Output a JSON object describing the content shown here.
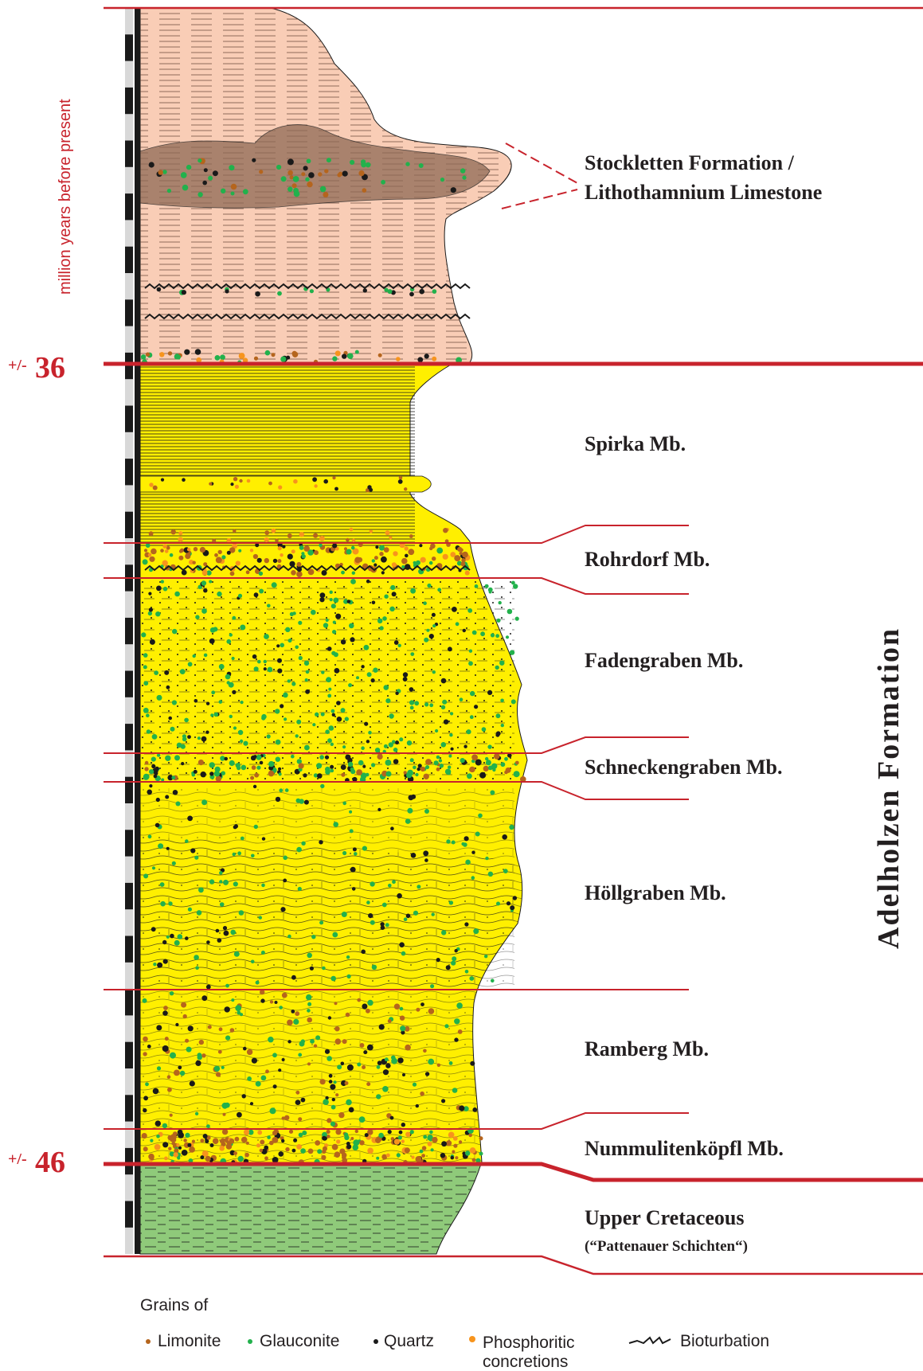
{
  "axis_label": "million years before present",
  "ages": [
    {
      "prefix": "+/-",
      "value": "36"
    },
    {
      "prefix": "+/-",
      "value": "46"
    }
  ],
  "formation_label": "Adelholzen Formation",
  "units": [
    {
      "name": "Stockletten Formation /",
      "name2": "Lithothamnium Limestone"
    },
    {
      "name": "Spirka Mb."
    },
    {
      "name": "Rohrdorf Mb."
    },
    {
      "name": "Fadengraben Mb."
    },
    {
      "name": "Schneckengraben Mb."
    },
    {
      "name": "Höllgraben Mb."
    },
    {
      "name": "Ramberg Mb."
    },
    {
      "name": "Nummulitenköpfl Mb."
    },
    {
      "name": "Upper Cretaceous",
      "name2": "(“Pattenauer Schichten“)"
    }
  ],
  "legend": {
    "title": "Grains of",
    "items": [
      {
        "label": "Limonite",
        "color": "#b5651d"
      },
      {
        "label": "Glauconite",
        "color": "#22b14c"
      },
      {
        "label": "Quartz",
        "color": "#1a1a1a"
      },
      {
        "label": "Phosphoritic",
        "label2": "concretions",
        "color": "#f7941d"
      },
      {
        "label": "Bioturbation",
        "icon": "bioturbation-icon"
      }
    ]
  },
  "colors": {
    "marl": "#f9cdb6",
    "sand": "#ffef00",
    "cretaceous": "#8fca7a",
    "boundary": "#c8232c",
    "glauconite": "#22b14c",
    "limonite": "#b5651d",
    "quartz": "#1a1a1a",
    "phosphorite": "#f7941d"
  }
}
